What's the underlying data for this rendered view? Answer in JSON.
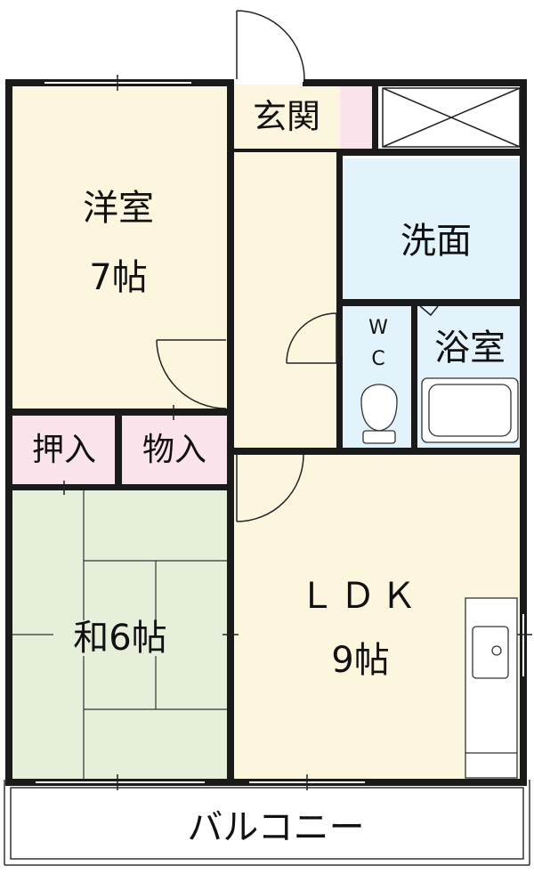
{
  "rooms": {
    "western_room": {
      "name": "洋室",
      "size": "7帖"
    },
    "entrance": {
      "name": "玄関"
    },
    "washroom": {
      "name": "洗面"
    },
    "wc": {
      "line1": "W",
      "line2": "C"
    },
    "bathroom": {
      "name": "浴室"
    },
    "closet": {
      "name": "押入"
    },
    "storage": {
      "name": "物入"
    },
    "japanese_room": {
      "name": "和6帖"
    },
    "ldk": {
      "name": "ＬＤＫ",
      "size": "9帖"
    },
    "balcony": {
      "name": "バルコニー"
    }
  },
  "colors": {
    "wall": "#1a1a1a",
    "western_room_fill": "#fdf6df",
    "ldk_fill": "#fdf6df",
    "japanese_room_fill": "#e6efda",
    "closet_fill": "#fce4ec",
    "wet_area_fill": "#e2f3fb",
    "hall_fill": "#fdf6df",
    "entrance_fill": "#fdf6df",
    "balcony_fill": "#ffffff"
  }
}
